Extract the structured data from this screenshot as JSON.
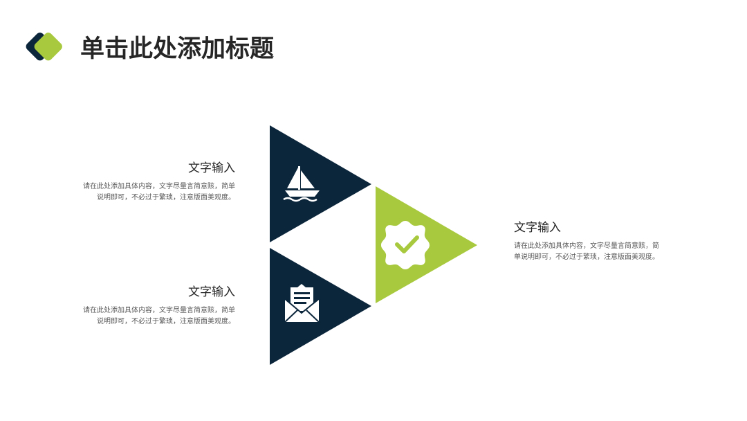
{
  "slide": {
    "title": "单击此处添加标题",
    "colors": {
      "navy": "#0B253B",
      "green": "#A8C93D",
      "white": "#FFFFFF",
      "title_text": "#262626",
      "body_text": "#595959"
    }
  },
  "items": [
    {
      "heading": "文字输入",
      "body": "请在此处添加具体内容，文字尽量言简意赅，简单说明即可，不必过于繁琐，注意版面美观度。",
      "icon": "sailboat-icon",
      "color": "#0B253B"
    },
    {
      "heading": "文字输入",
      "body": "请在此处添加具体内容，文字尽量言简意赅，简单说明即可，不必过于繁琐，注意版面美观度。",
      "icon": "envelope-letter-icon",
      "color": "#0B253B"
    },
    {
      "heading": "文字输入",
      "body": "请在此处添加具体内容，文字尽量言简意赅，简单说明即可，不必过于繁琐，注意版面美观度。",
      "icon": "badge-check-icon",
      "color": "#A8C93D"
    }
  ]
}
